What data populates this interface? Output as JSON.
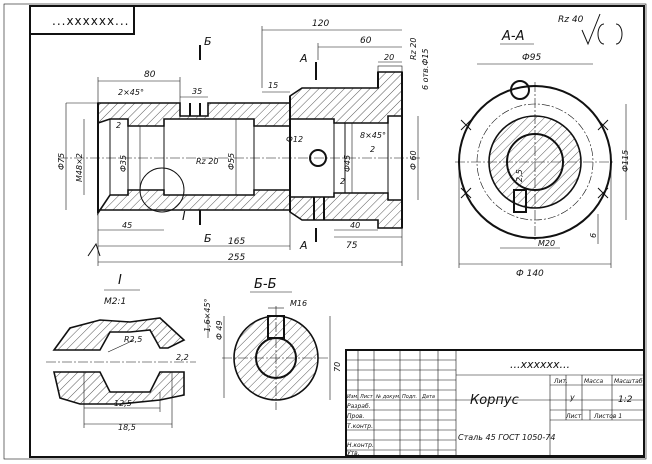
{
  "stamp_top": "...xxxxxx...",
  "section_aa": "A-A",
  "roughness_top": "Rz 40",
  "main_view": {
    "section_b_label": "Б",
    "section_a_label": "A",
    "detail_label": "I",
    "dims": {
      "d120": "120",
      "d60": "60",
      "d20": "20",
      "d80": "80",
      "chamfer_2x45": "2×45°",
      "d35": "35",
      "d15": "15",
      "rz20_phi15": "Rz 20",
      "holes_6": "6 отв.Ф15",
      "phi12": "Ф12",
      "chamfer_8x45": "8×45°",
      "phi45": "Ф45",
      "phi60": "Ф 60",
      "phi75": "Ф75",
      "m48": "M48×2",
      "phi35": "Ф35",
      "phi55": "Ф55",
      "rz20_bore": "Rz 20",
      "d45": "45",
      "d40": "40",
      "d2_left": "2",
      "d2_mid": "2",
      "d2_right": "2",
      "d165": "165",
      "d75": "75",
      "d255": "255"
    }
  },
  "view_aa": {
    "phi95": "Ф95",
    "phi115": "Ф115",
    "phi140": "Ф 140",
    "m20": "M20",
    "d25": "2,5",
    "d6": "6"
  },
  "detail_view": {
    "title": "I",
    "scale": "M2:1",
    "r25": "R2,5",
    "d22": "2,2",
    "d125": "12,5",
    "d185": "18,5"
  },
  "section_bb": {
    "title": "Б-Б",
    "m16": "M16",
    "phi49": "Ф 49",
    "chamfer": "1,6×45°",
    "d70": "70"
  },
  "title_block": {
    "doc_code": "...xxxxxx...",
    "name": "Корпус",
    "material": "Сталь 45 ГОСТ 1050-74",
    "lit": "Лит.",
    "massa": "Масса",
    "masshtab": "Масштаб",
    "u": "у",
    "scale_value": "1:2",
    "list": "Лист",
    "listov": "Листов 1",
    "col_izm": "Изм.",
    "col_list": "Лист",
    "col_doc": "№ докум.",
    "col_sign": "Подп.",
    "col_date": "Дата",
    "razrab": "Разраб.",
    "prov": "Пров.",
    "tkontr": "Т.контр.",
    "nkontr": "Н.контр.",
    "utv": "Утв."
  }
}
